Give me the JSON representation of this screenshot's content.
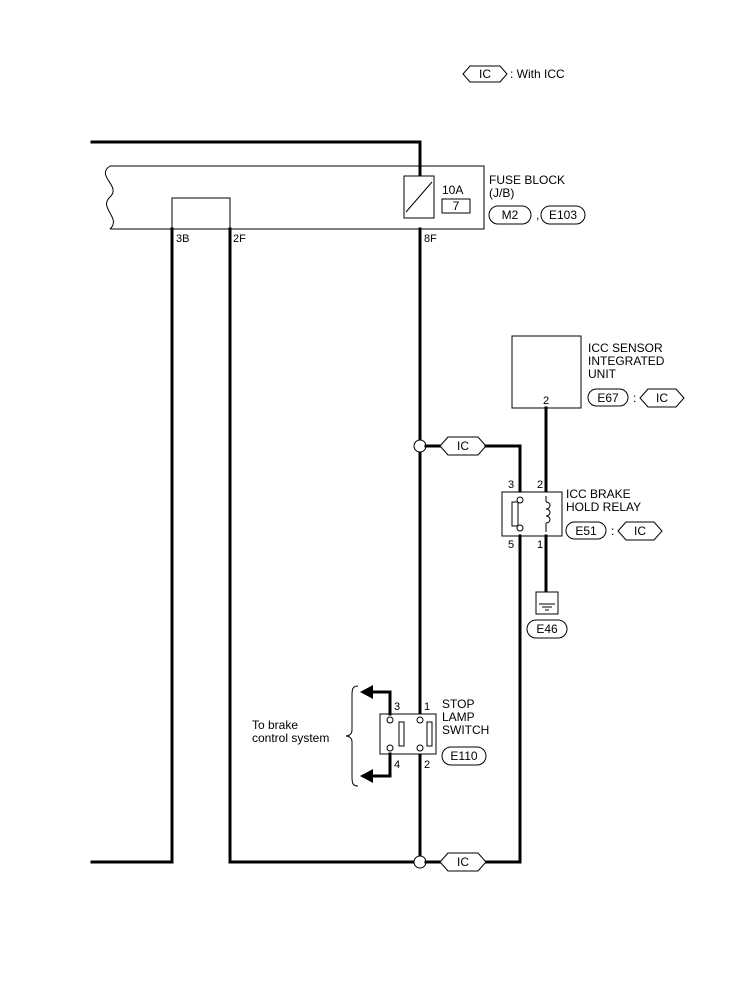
{
  "legend": {
    "tag": "IC",
    "text": ": With ICC"
  },
  "fuse_block": {
    "title_1": "FUSE BLOCK",
    "title_2": "(J/B)",
    "amp": "10A",
    "fuse_no": "7",
    "conn_1": "M2",
    "sep": ",",
    "conn_2": "E103",
    "term_3b": "3B",
    "term_2f": "2F",
    "term_8f": "8F"
  },
  "icc_sensor": {
    "line_1": "ICC SENSOR",
    "line_2": "INTEGRATED",
    "line_3": "UNIT",
    "pin": "2",
    "conn": "E67",
    "colon": ":",
    "tag": "IC"
  },
  "relay": {
    "line_1": "ICC BRAKE",
    "line_2": "HOLD RELAY",
    "conn": "E51",
    "colon": ":",
    "tag": "IC",
    "pin_3": "3",
    "pin_2": "2",
    "pin_5": "5",
    "pin_1": "1"
  },
  "splice_tag_upper": "IC",
  "splice_tag_lower": "IC",
  "ground": {
    "label": "E46"
  },
  "stop_lamp": {
    "line_1": "STOP",
    "line_2": "LAMP",
    "line_3": "SWITCH",
    "conn": "E110",
    "pin_3": "3",
    "pin_1": "1",
    "pin_4": "4",
    "pin_2": "2"
  },
  "brake_note": {
    "line_1": "To brake",
    "line_2": "control system"
  }
}
